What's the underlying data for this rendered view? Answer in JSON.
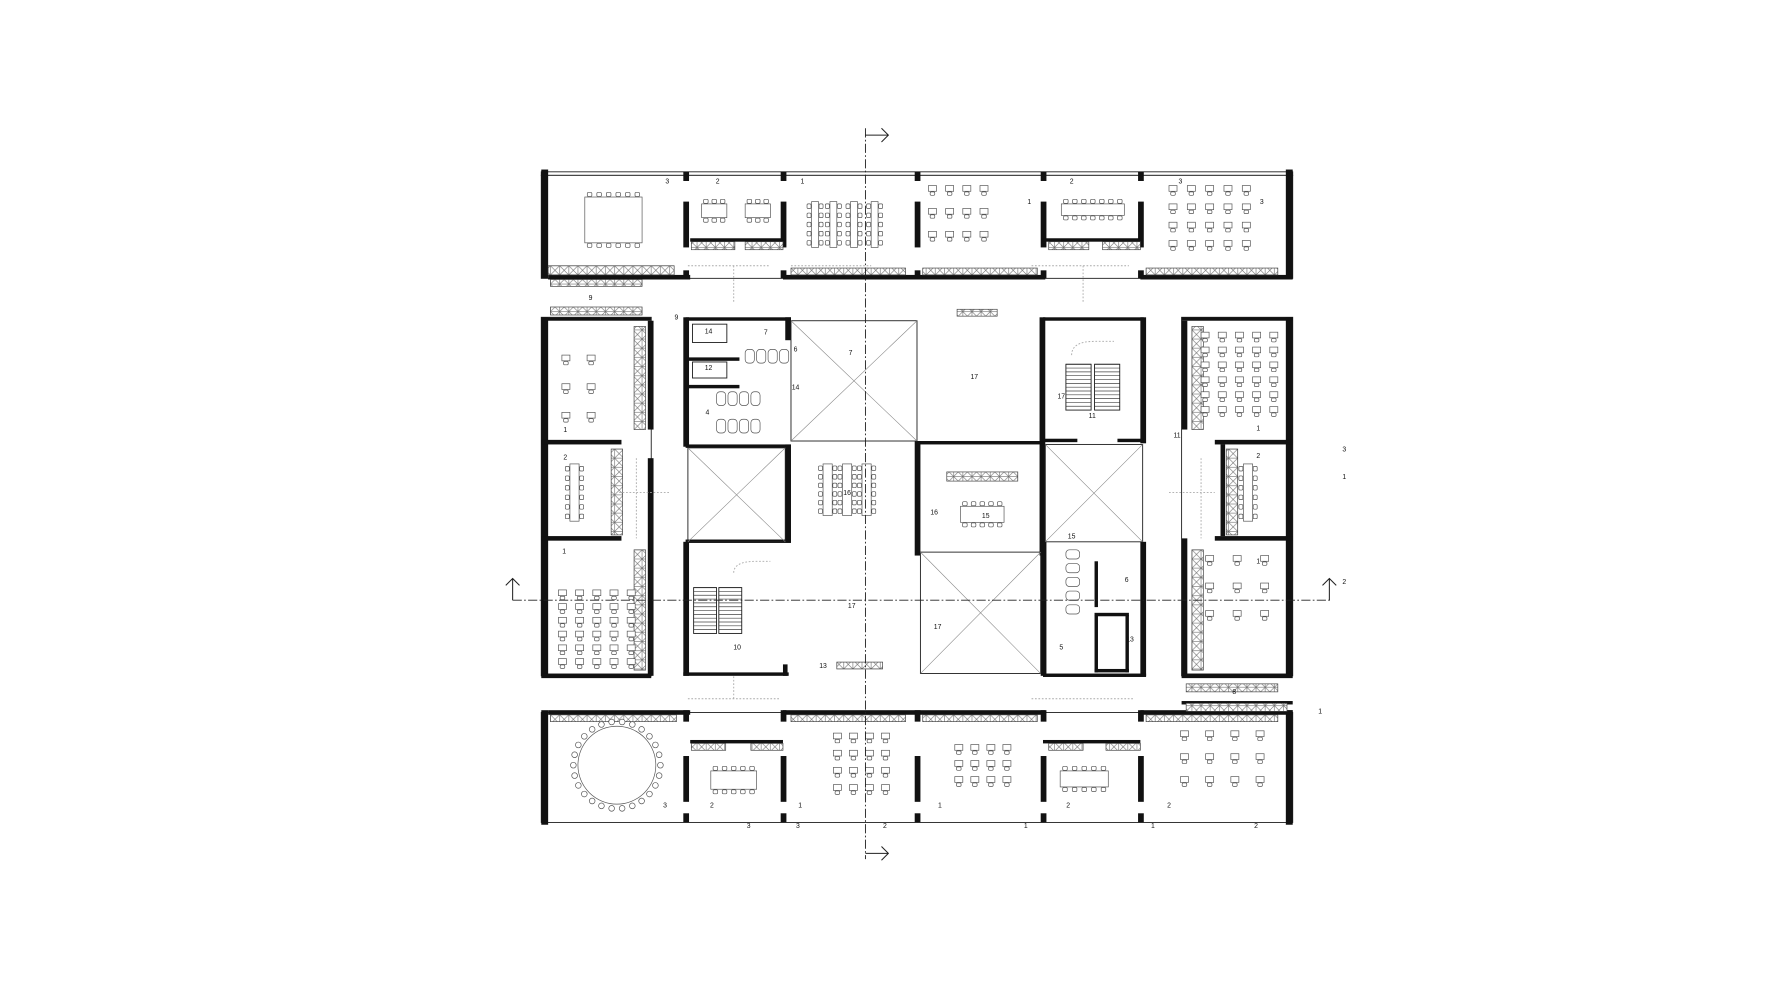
{
  "drawing": {
    "type": "architectural floor plan",
    "colors": {
      "ink": "#111111",
      "background": "#ffffff",
      "furniture": "#555555",
      "circulation": "#aaaaaa"
    }
  },
  "labels": [
    "3",
    "2",
    "1",
    "1",
    "2",
    "3",
    "3",
    "14",
    "12",
    "4",
    "7",
    "7",
    "17",
    "11",
    "17",
    "16",
    "15",
    "16",
    "17",
    "10",
    "13",
    "17",
    "5",
    "13",
    "6",
    "15",
    "9",
    "9",
    "2",
    "8",
    "1",
    "2",
    "1",
    "1",
    "2",
    "1",
    "11",
    "3",
    "2",
    "1",
    "1",
    "2",
    "2",
    "3",
    "3",
    "2",
    "1",
    "1",
    "2",
    "3",
    "1",
    "2",
    "1",
    "6",
    "14",
    "12"
  ]
}
